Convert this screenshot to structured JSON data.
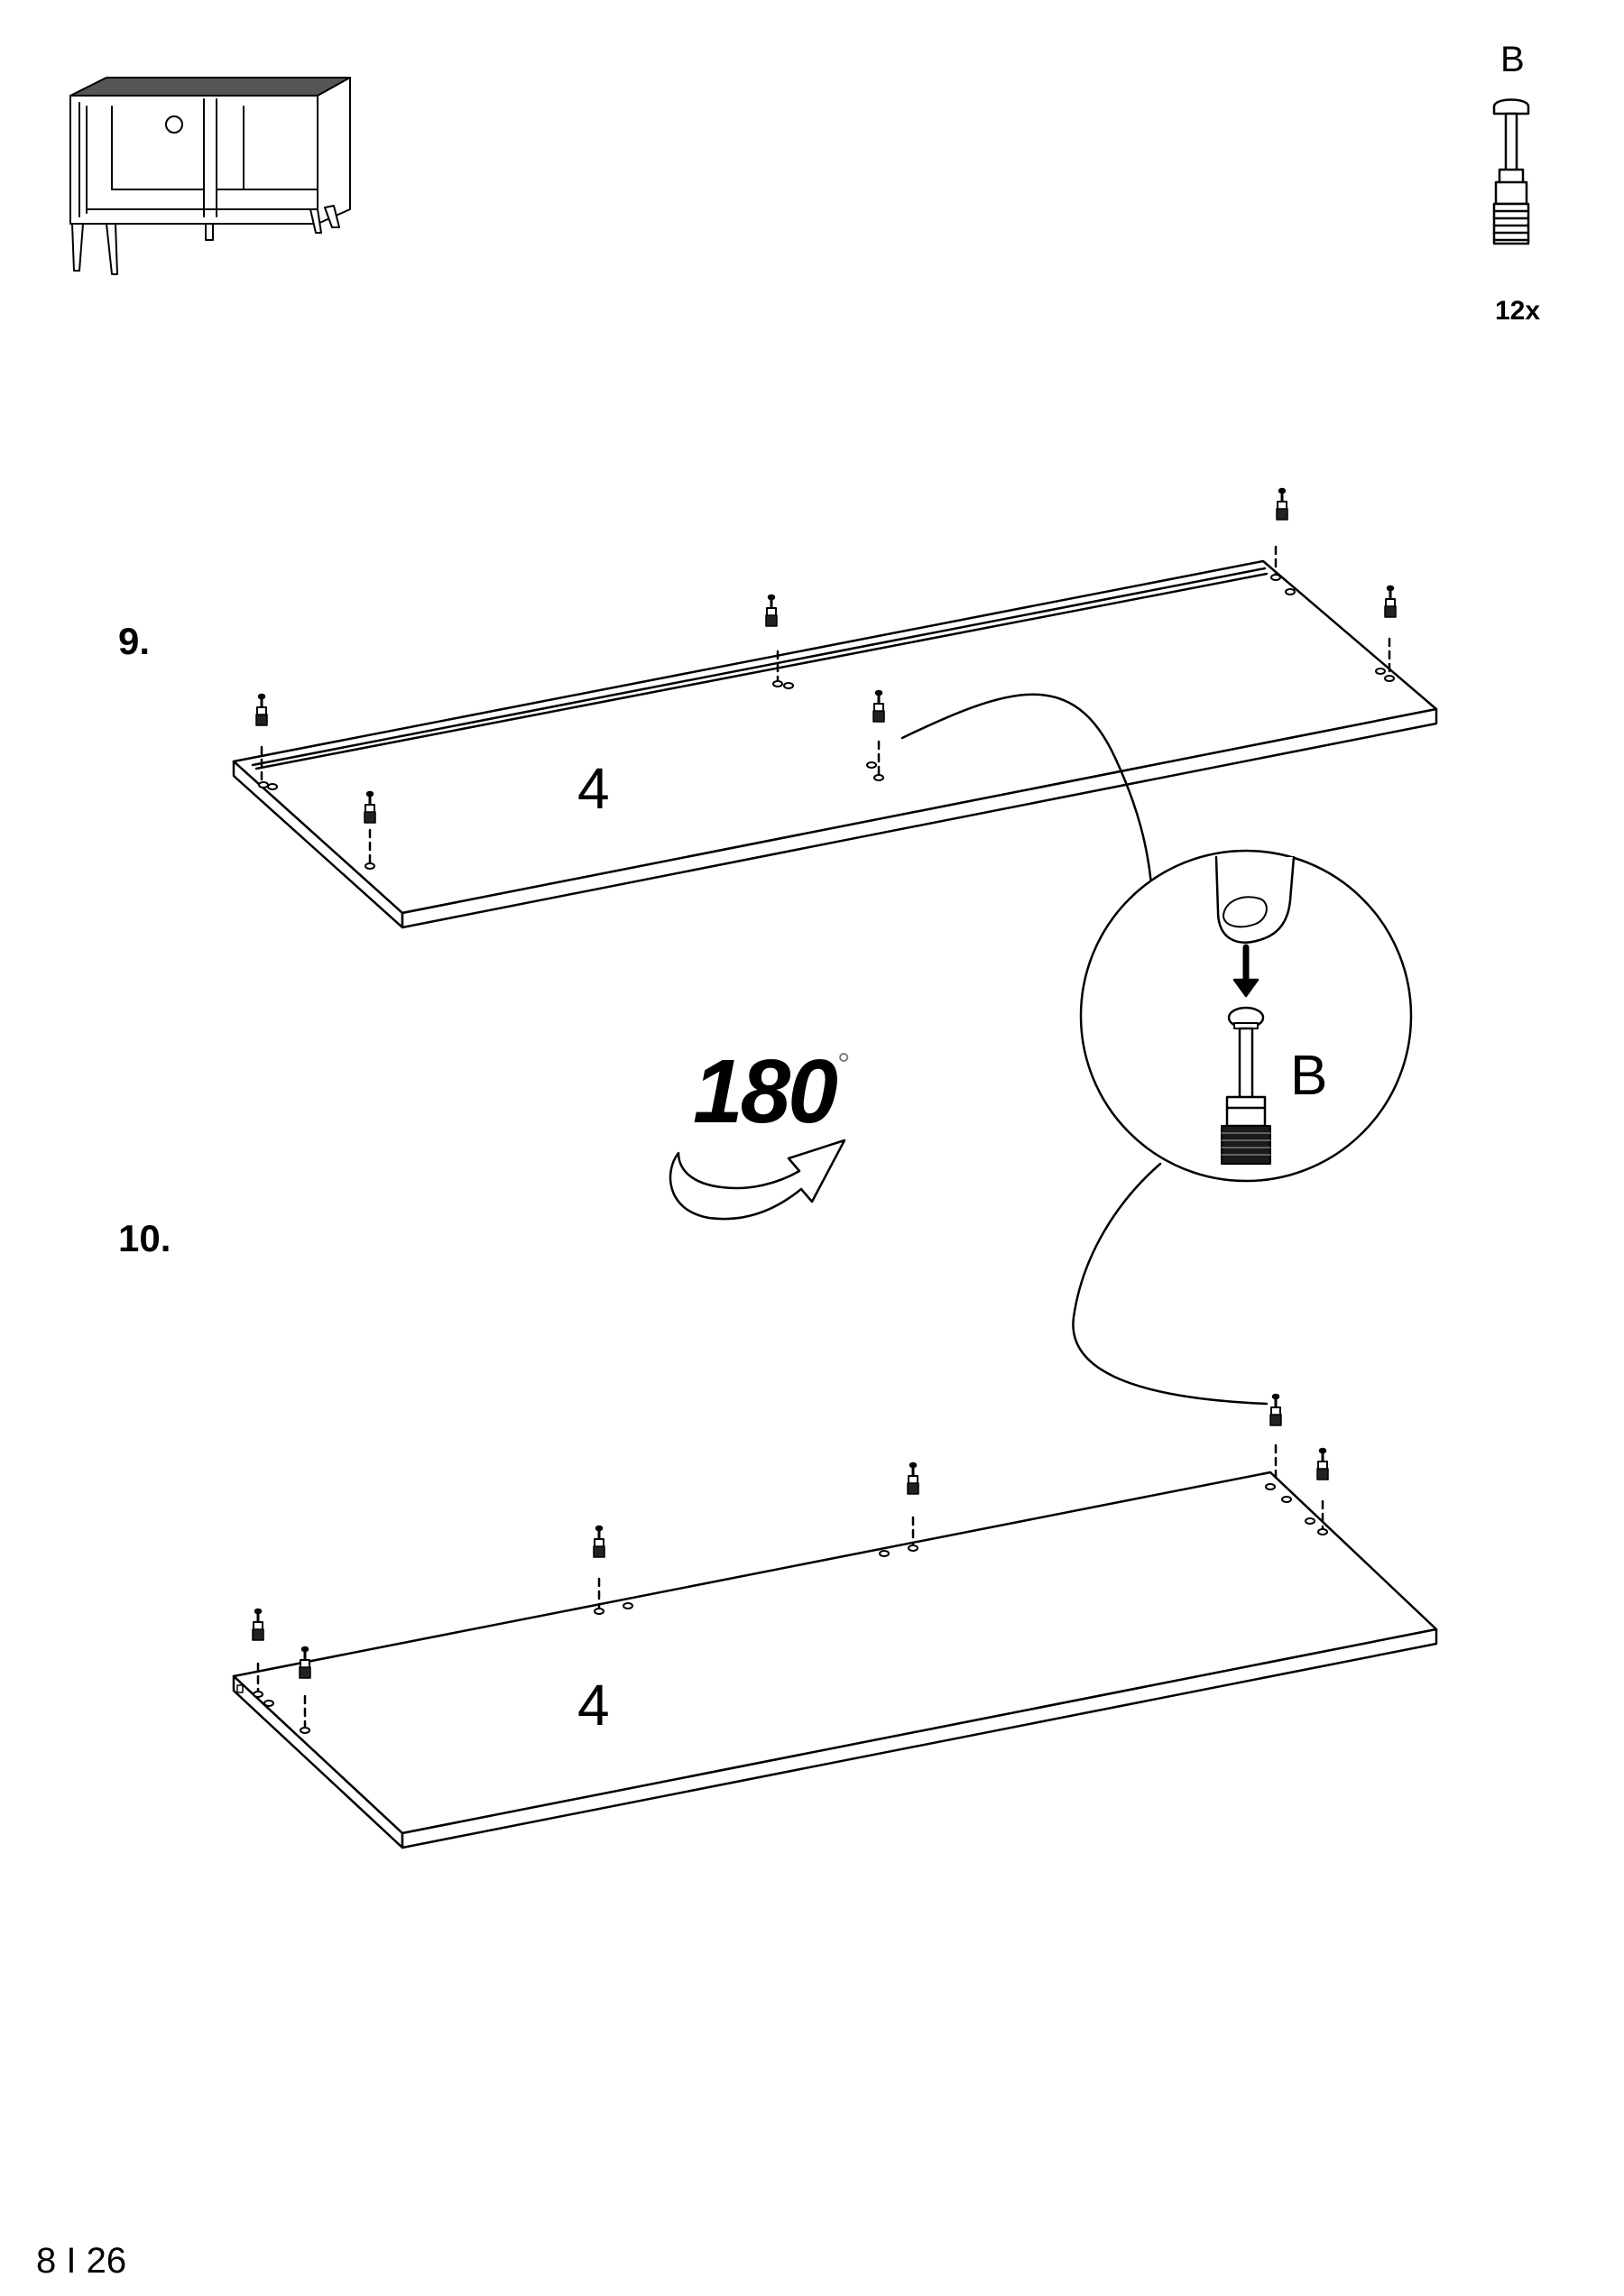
{
  "part": {
    "letter": "B",
    "quantity": "12x"
  },
  "steps": [
    {
      "number": "9.",
      "panel_label": "4"
    },
    {
      "number": "10.",
      "panel_label": "4"
    }
  ],
  "detail": {
    "part_label": "B"
  },
  "rotation": {
    "angle": "180",
    "degree_symbol": "°"
  },
  "footer": {
    "page_number": "8 I 26"
  },
  "colors": {
    "line": "#000000",
    "background": "#ffffff",
    "cabinet_top": "#555555"
  }
}
